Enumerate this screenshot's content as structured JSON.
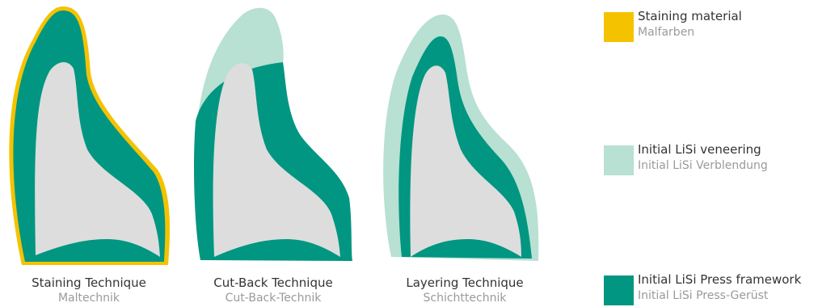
{
  "colors": {
    "staining": "#f5c200",
    "veneering": "#b8e0d3",
    "framework": "#009681",
    "core": "#dddddd"
  },
  "techniques": [
    {
      "name": "Staining Technique",
      "subtitle": "Maltechnik"
    },
    {
      "name": "Cut-Back Technique",
      "subtitle": "Cut-Back-Technik"
    },
    {
      "name": "Layering Technique",
      "subtitle": "Schichttechnik"
    }
  ],
  "legend": [
    {
      "label": "Staining material",
      "sublabel": "Malfarben",
      "color": "#f5c200"
    },
    {
      "label": "Initial LiSi veneering",
      "sublabel": "Initial LiSi Verblendung",
      "color": "#b8e0d3"
    },
    {
      "label": "Initial LiSi Press framework",
      "sublabel": "Initial LiSi Press-Gerüst",
      "color": "#009681"
    }
  ]
}
